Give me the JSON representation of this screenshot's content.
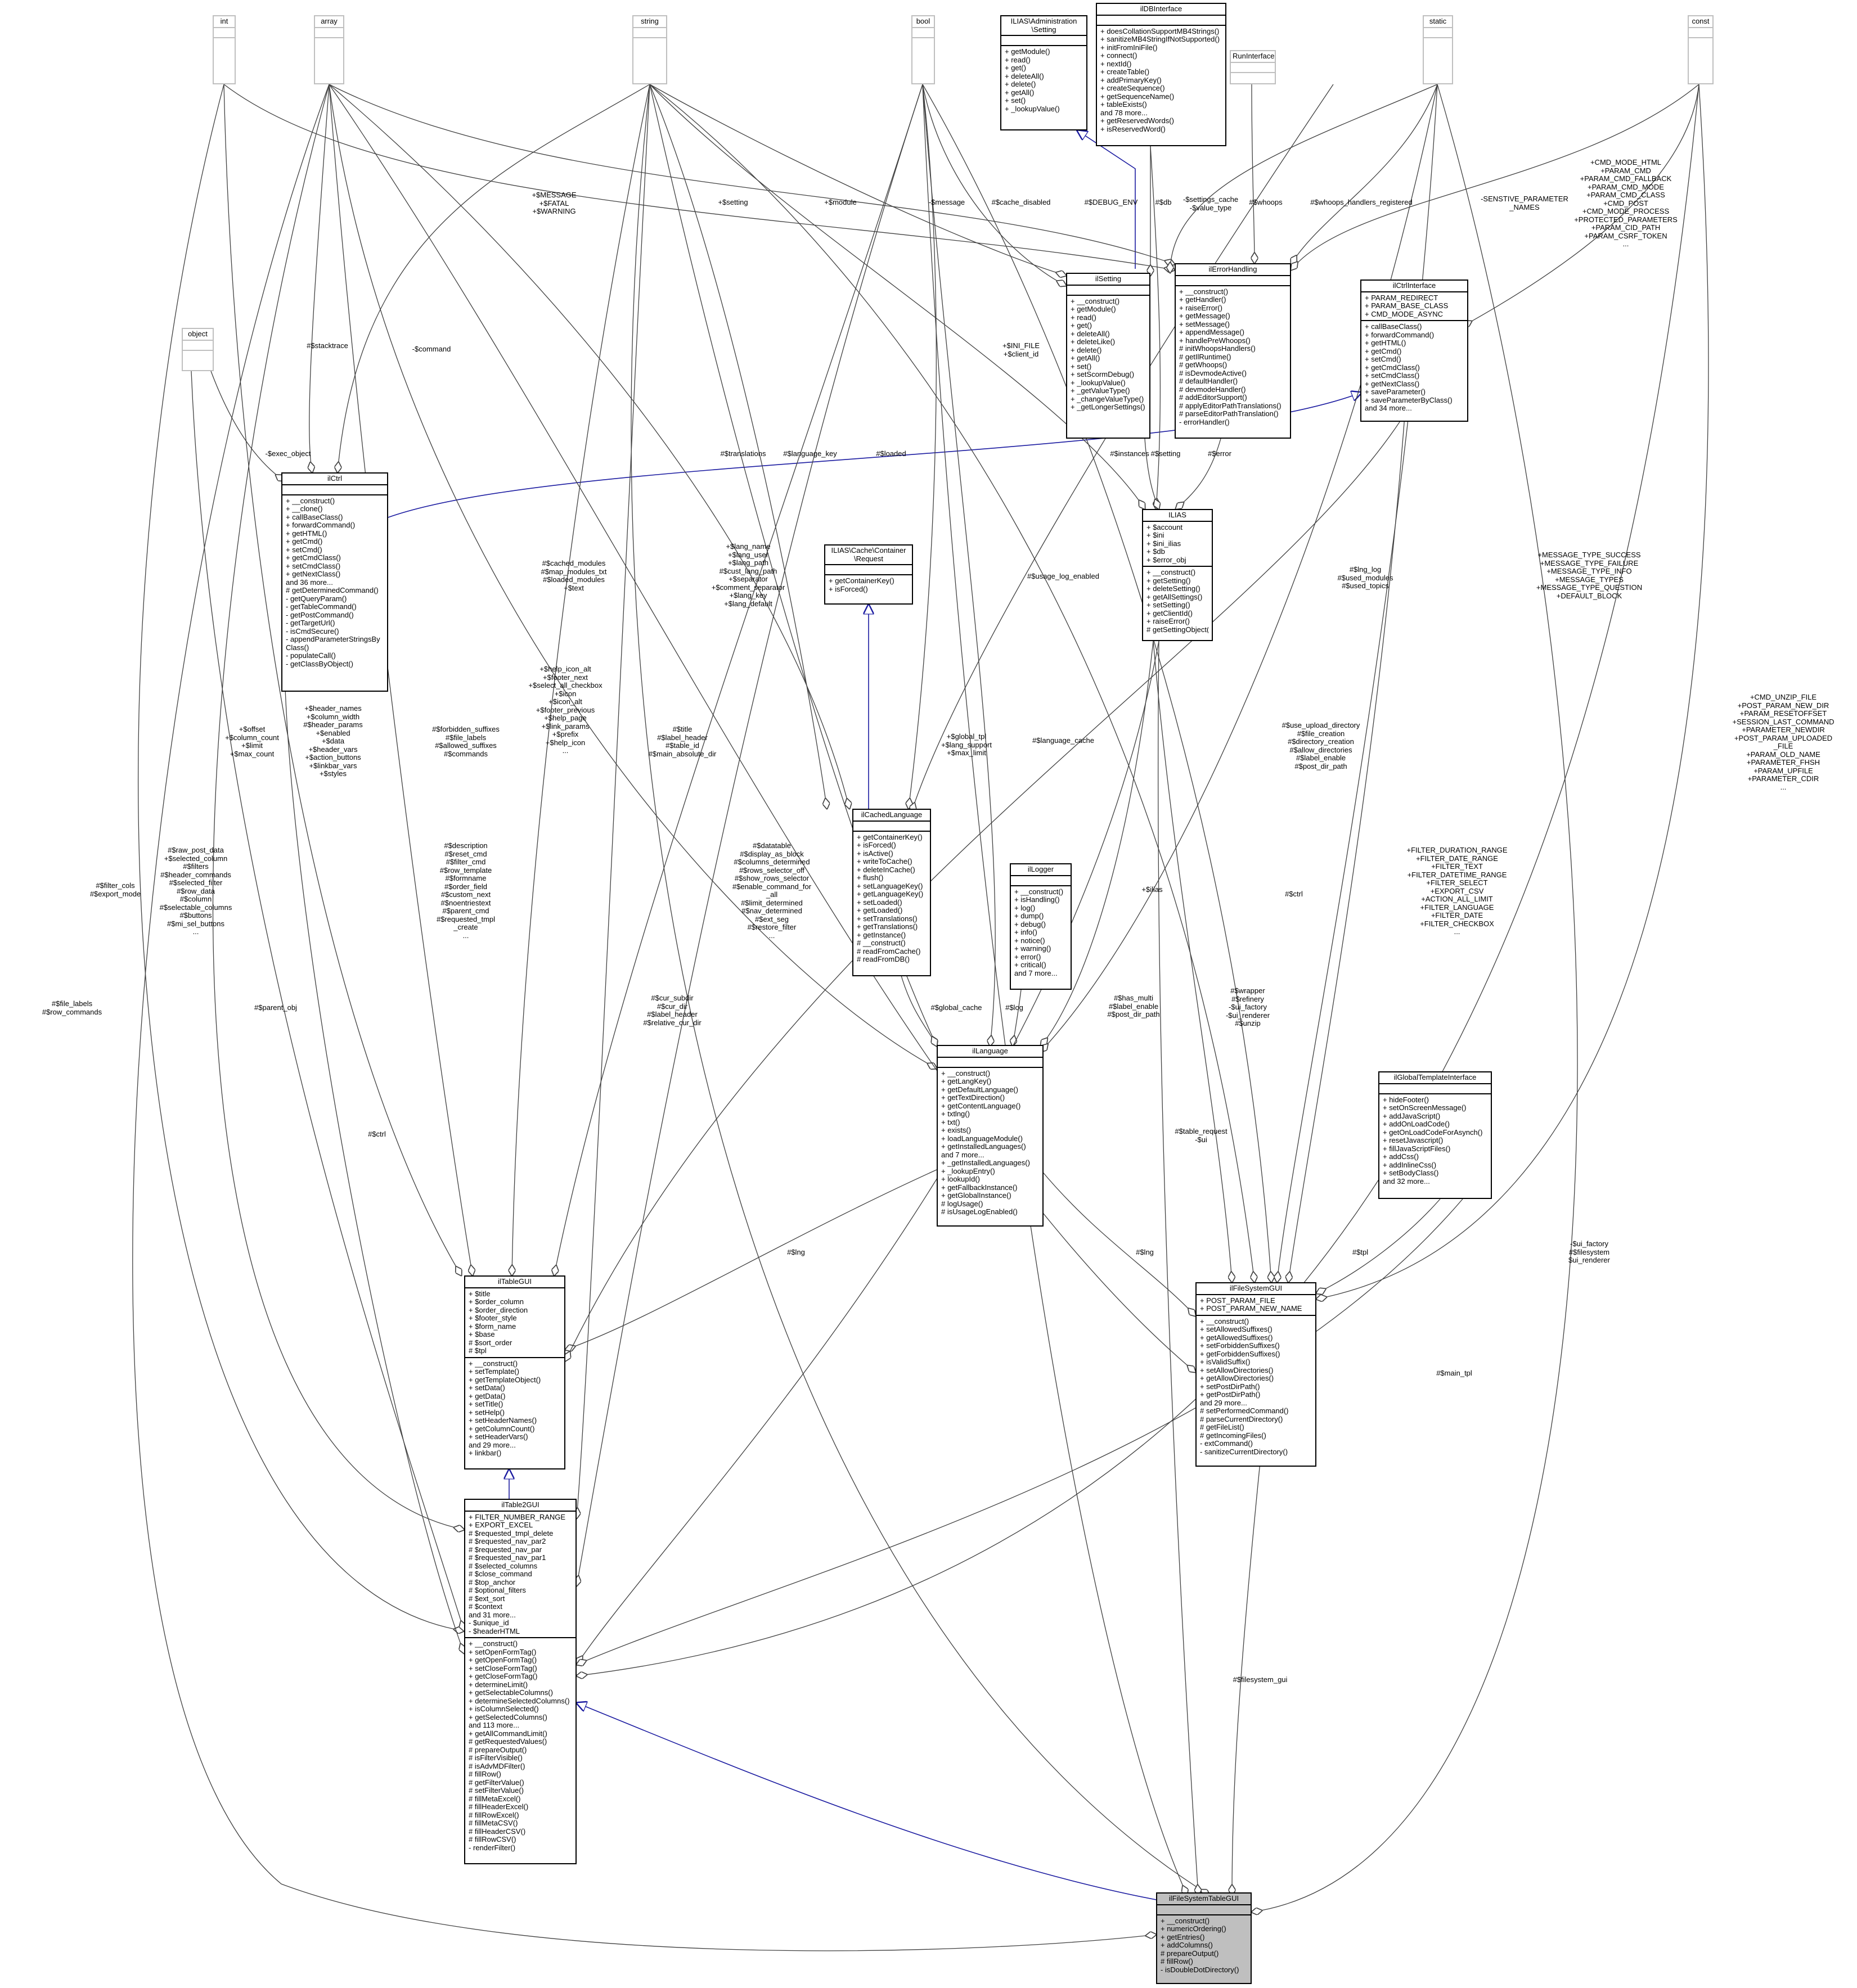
{
  "nodes": {
    "int": {
      "title": "int",
      "attrs": [],
      "methods": []
    },
    "array": {
      "title": "array",
      "attrs": [],
      "methods": []
    },
    "string": {
      "title": "string",
      "attrs": [],
      "methods": []
    },
    "bool": {
      "title": "bool",
      "attrs": [],
      "methods": []
    },
    "admin_setting": {
      "title": "ILIAS\\Administration\n\\Setting",
      "attrs": [],
      "methods": [
        "+ getModule()",
        "+ read()",
        "+ get()",
        "+ deleteAll()",
        "+ delete()",
        "+ getAll()",
        "+ set()",
        "+ _lookupValue()"
      ]
    },
    "ildbinterface": {
      "title": "ilDBInterface",
      "attrs": [],
      "methods": [
        "+ doesCollationSupportMB4Strings()",
        "+ sanitizeMB4StringIfNotSupported()",
        "+ initFromIniFile()",
        "+ connect()",
        "+ nextId()",
        "+ createTable()",
        "+ addPrimaryKey()",
        "+ createSequence()",
        "+ getSequenceName()",
        "+ tableExists()",
        "and 78 more...",
        "+ getReservedWords()",
        "+ isReservedWord()"
      ]
    },
    "runinterface": {
      "title": "RunInterface",
      "attrs": [],
      "methods": []
    },
    "static": {
      "title": "static",
      "attrs": [],
      "methods": []
    },
    "const": {
      "title": "const",
      "attrs": [],
      "methods": []
    },
    "object": {
      "title": "object",
      "attrs": [],
      "methods": []
    },
    "ilsetting": {
      "title": "ilSetting",
      "attrs": [],
      "methods": [
        "+ __construct()",
        "+ getModule()",
        "+ read()",
        "+ get()",
        "+ deleteAll()",
        "+ deleteLike()",
        "+ delete()",
        "+ getAll()",
        "+ set()",
        "+ setScormDebug()",
        "+ _lookupValue()",
        "+ _getValueType()",
        "+ _changeValueType()",
        "+ _getLongerSettings()"
      ]
    },
    "ilerrorhandling": {
      "title": "ilErrorHandling",
      "attrs": [],
      "methods": [
        "+ __construct()",
        "+ getHandler()",
        "+ raiseError()",
        "+ getMessage()",
        "+ setMessage()",
        "+ appendMessage()",
        "+ handlePreWhoops()",
        "# initWhoopsHandlers()",
        "# getIlRuntime()",
        "# getWhoops()",
        "# isDevmodeActive()",
        "# defaultHandler()",
        "# devmodeHandler()",
        "# addEditorSupport()",
        "# applyEditorPathTranslations()",
        "# parseEditorPathTranslation()",
        "- errorHandler()"
      ]
    },
    "ilctrlinterface": {
      "title": "ilCtrlInterface",
      "attrs": [
        "+ PARAM_REDIRECT",
        "+ PARAM_BASE_CLASS",
        "+ CMD_MODE_ASYNC"
      ],
      "methods": [
        "+ callBaseClass()",
        "+ forwardCommand()",
        "+ getHTML()",
        "+ getCmd()",
        "+ setCmd()",
        "+ getCmdClass()",
        "+ setCmdClass()",
        "+ getNextClass()",
        "+ saveParameter()",
        "+ saveParameterByClass()",
        "and 34 more..."
      ]
    },
    "ilctrl": {
      "title": "ilCtrl",
      "attrs": [],
      "methods": [
        "+ __construct()",
        "+ __clone()",
        "+ callBaseClass()",
        "+ forwardCommand()",
        "+ getHTML()",
        "+ getCmd()",
        "+ setCmd()",
        "+ getCmdClass()",
        "+ setCmdClass()",
        "+ getNextClass()",
        "and 36 more...",
        "# getDeterminedCommand()",
        "- getQueryParam()",
        "- getTableCommand()",
        "- getPostCommand()",
        "- getTargetUrl()",
        "- isCmdSecure()",
        "- appendParameterStringsBy",
        "Class()",
        "- populateCall()",
        "- getClassByObject()"
      ]
    },
    "cache_request": {
      "title": "ILIAS\\Cache\\Container\n\\Request",
      "attrs": [],
      "methods": [
        "+ getContainerKey()",
        "+ isForced()"
      ]
    },
    "ilias": {
      "title": "ILIAS",
      "attrs": [
        "+ $account",
        "+ $ini",
        "+ $ini_ilias",
        "+ $db",
        "+ $error_obj"
      ],
      "methods": [
        "+ __construct()",
        "+ getSetting()",
        "+ deleteSetting()",
        "+ getAllSettings()",
        "+ setSetting()",
        "+ getClientId()",
        "+ raiseError()",
        "# getSettingObject()"
      ]
    },
    "ilcachedlanguage": {
      "title": "ilCachedLanguage",
      "attrs": [],
      "methods": [
        "+ getContainerKey()",
        "+ isForced()",
        "+ isActive()",
        "+ writeToCache()",
        "+ deleteInCache()",
        "+ flush()",
        "+ setLanguageKey()",
        "+ getLanguageKey()",
        "+ setLoaded()",
        "+ getLoaded()",
        "+ setTranslations()",
        "+ getTranslations()",
        "+ getInstance()",
        "# __construct()",
        "# readFromCache()",
        "# readFromDB()"
      ]
    },
    "illogger": {
      "title": "ilLogger",
      "attrs": [],
      "methods": [
        "+ __construct()",
        "+ isHandling()",
        "+ log()",
        "+ dump()",
        "+ debug()",
        "+ info()",
        "+ notice()",
        "+ warning()",
        "+ error()",
        "+ critical()",
        "and 7 more..."
      ]
    },
    "illanguage": {
      "title": "ilLanguage",
      "attrs": [],
      "methods": [
        "+ __construct()",
        "+ getLangKey()",
        "+ getDefaultLanguage()",
        "+ getTextDirection()",
        "+ getContentLanguage()",
        "+ txtlng()",
        "+ txt()",
        "+ exists()",
        "+ loadLanguageModule()",
        "+ getInstalledLanguages()",
        "and 7 more...",
        "+ _getInstalledLanguages()",
        "+ _lookupEntry()",
        "+ lookupId()",
        "+ getFallbackInstance()",
        "+ getGlobalInstance()",
        "# logUsage()",
        "# isUsageLogEnabled()"
      ]
    },
    "ilglobaltemplateinterface": {
      "title": "ilGlobalTemplateInterface",
      "attrs": [],
      "methods": [
        "+ hideFooter()",
        "+ setOnScreenMessage()",
        "+ addJavaScript()",
        "+ addOnLoadCode()",
        "+ getOnLoadCodeForAsynch()",
        "+ resetJavascript()",
        "+ fillJavaScriptFiles()",
        "+ addCss()",
        "+ addInlineCss()",
        "+ setBodyClass()",
        "and 32 more..."
      ]
    },
    "iltablegui": {
      "title": "ilTableGUI",
      "attrs": [
        "+ $title",
        "+ $order_column",
        "+ $order_direction",
        "+ $footer_style",
        "+ $form_name",
        "+ $base",
        "# $sort_order",
        "# $tpl"
      ],
      "methods": [
        "+ __construct()",
        "+ setTemplate()",
        "+ getTemplateObject()",
        "+ setData()",
        "+ getData()",
        "+ setTitle()",
        "+ setHelp()",
        "+ setHeaderNames()",
        "+ getColumnCount()",
        "+ setHeaderVars()",
        "and 29 more...",
        "+ linkbar()"
      ]
    },
    "ilfilesystemgui": {
      "title": "ilFileSystemGUI",
      "attrs": [
        "+ POST_PARAM_FILE",
        "+ POST_PARAM_NEW_NAME"
      ],
      "methods": [
        "+ __construct()",
        "+ setAllowedSuffixes()",
        "+ getAllowedSuffixes()",
        "+ setForbiddenSuffixes()",
        "+ getForbiddenSuffixes()",
        "+ isValidSuffix()",
        "+ setAllowDirectories()",
        "+ getAllowDirectories()",
        "+ setPostDirPath()",
        "+ getPostDirPath()",
        "and 29 more...",
        "# setPerformedCommand()",
        "# parseCurrentDirectory()",
        "# getFileList()",
        "# getIncomingFiles()",
        "- extCommand()",
        "- sanitizeCurrentDirectory()"
      ]
    },
    "iltable2gui": {
      "title": "ilTable2GUI",
      "attrs": [
        "+ FILTER_NUMBER_RANGE",
        "+ EXPORT_EXCEL",
        "# $requested_tmpl_delete",
        "# $requested_nav_par2",
        "# $requested_nav_par",
        "# $requested_nav_par1",
        "# $selected_columns",
        "# $close_command",
        "# $top_anchor",
        "# $optional_filters",
        "# $ext_sort",
        "# $context",
        "and 31 more...",
        "- $unique_id",
        "- $headerHTML"
      ],
      "methods": [
        "+ __construct()",
        "+ setOpenFormTag()",
        "+ getOpenFormTag()",
        "+ setCloseFormTag()",
        "+ getCloseFormTag()",
        "+ determineLimit()",
        "+ getSelectableColumns()",
        "+ determineSelectedColumns()",
        "+ isColumnSelected()",
        "+ getSelectedColumns()",
        "and 113 more...",
        "+ getAllCommandLimit()",
        "# getRequestedValues()",
        "# prepareOutput()",
        "# isFilterVisible()",
        "# isAdvMDFilter()",
        "# fillRow()",
        "# getFilterValue()",
        "# setFilterValue()",
        "# fillMetaExcel()",
        "# fillHeaderExcel()",
        "# fillRowExcel()",
        "# fillMetaCSV()",
        "# fillHeaderCSV()",
        "# fillRowCSV()",
        "- renderFilter()"
      ]
    },
    "ilfilesystemtablegui": {
      "title": "ilFileSystemTableGUI",
      "attrs": [],
      "methods": [
        "+ __construct()",
        "+ numericOrdering()",
        "+ getEntries()",
        "+ addColumns()",
        "# prepareOutput()",
        "# fillRow()",
        "- isDoubleDotDirectory()"
      ]
    }
  },
  "edge_labels": {
    "e01": "+$MESSAGE\n+$FATAL\n+$WARNING",
    "e02": "+$setting",
    "e03": "+$module",
    "e04": "-$message",
    "e05": "#$cache_disabled",
    "e06": "#$DEBUG_ENV",
    "e07": "#$db",
    "e08": "-$settings_cache\n-$value_type",
    "e09": "#$whoops",
    "e10": "#$whoops_handlers_registered",
    "e11": "-SENSTIVE_PARAMETER\n_NAMES",
    "e12": "+CMD_MODE_HTML\n+PARAM_CMD\n+PARAM_CMD_FALLBACK\n+PARAM_CMD_MODE\n+PARAM_CMD_CLASS\n+CMD_POST\n+CMD_MODE_PROCESS\n+PROTECTED_PARAMETERS\n+PARAM_CID_PATH\n+PARAM_CSRF_TOKEN\n...",
    "e13": "#$stacktrace",
    "e14": "-$command",
    "e15": "-$exec_object",
    "e16": "+$INI_FILE\n+$client_id",
    "e17": "#$translations",
    "e18": "#$language_key",
    "e19": "#$loaded",
    "e20": "#$instances",
    "e21": "#$setting",
    "e22": "#$error",
    "e23": "+$lang_name\n+$lang_user\n+$lang_path\n#$cust_lang_path\n+$separator\n+$comment_separator\n+$lang_key\n+$lang_default",
    "e24": "#$usage_log_enabled",
    "e25": "#$lng_log\n#$used_modules\n#$used_topics",
    "e26": "+MESSAGE_TYPE_SUCCESS\n+MESSAGE_TYPE_FAILURE\n+MESSAGE_TYPE_INFO\n+MESSAGE_TYPES\n+MESSAGE_TYPE_QUESTION\n+DEFAULT_BLOCK",
    "e27": "#$cached_modules\n#$map_modules_txt\n#$loaded_modules\n+$text",
    "e28": "+$help_icon_alt\n+$footer_next\n+$select_all_checkbox\n+$icon\n+$icon_alt\n+$footer_previous\n+$help_page\n+$link_params\n+$prefix\n+$help_icon\n...",
    "e29": "+$header_names\n+$column_width\n#$header_params\n+$enabled\n+$data\n+$header_vars\n+$action_buttons\n+$linkbar_vars\n+$styles",
    "e30": "+$offset\n+$column_count\n+$limit\n+$max_count",
    "e31": "#$forbidden_suffixes\n#$file_labels\n#$allowed_suffixes\n#$commands",
    "e32": "#$title\n#$label_header\n#$table_id\n#$main_absolute_dir",
    "e33": "+$global_tpl\n+$lang_support\n+$max_limit",
    "e34": "#$language_cache",
    "e35": "#$use_upload_directory\n#$file_creation\n#$directory_creation\n#$allow_directories\n#$label_enable\n#$post_dir_path",
    "e36": "+CMD_UNZIP_FILE\n+POST_PARAM_NEW_DIR\n+PARAM_RESETOFFSET\n+SESSION_LAST_COMMAND\n+PARAMETER_NEWDIR\n+POST_PARAM_UPLOADED\n_FILE\n+PARAM_OLD_NAME\n+PARAMETER_FHSH\n+PARAM_UPFILE\n+PARAMETER_CDIR\n...",
    "e37": "#$raw_post_data\n+$selected_column\n#$filters\n#$header_commands\n#$selected_filter\n#$row_data\n#$column\n#$selectable_columns\n#$buttons\n#$mi_sel_buttons\n...",
    "e38": "#$description\n#$reset_cmd\n#$filter_cmd\n#$row_template\n#$formname\n#$order_field\n#$custom_next\n#$noentriestext\n#$parent_cmd\n#$requested_tmpl\n_create\n...",
    "e39": "#$datatable\n#$display_as_block\n#$columns_determined\n#$rows_selector_off\n#$show_rows_selector\n#$enable_command_for\n_all\n#$limit_determined\n#$nav_determined\n#$ext_seg\n#$restore_filter\n...",
    "e40": "+FILTER_DURATION_RANGE\n+FILTER_DATE_RANGE\n+FILTER_TEXT\n+FILTER_DATETIME_RANGE\n+FILTER_SELECT\n+EXPORT_CSV\n+ACTION_ALL_LIMIT\n+FILTER_LANGUAGE\n+FILTER_DATE\n+FILTER_CHECKBOX\n...",
    "e41": "#$filter_cols\n#$export_mode",
    "e42": "#$file_labels\n#$row_commands",
    "e43": "#$parent_obj",
    "e44": "#$ctrl",
    "e45": "#$ctrl",
    "e46": "#$global_cache",
    "e47": "#$log",
    "e48": "+$ilias",
    "e49": "#$has_multi\n#$label_enable\n#$post_dir_path",
    "e50": "#$wrapper\n#$refinery\n-$ui_factory\n-$ui_renderer\n#$unzip",
    "e51": "#$cur_subdir\n#$cur_dir\n#$label_header\n#$relative_cur_dir",
    "e52": "#$table_request\n-$ui",
    "e53": "#$lng",
    "e54": "#$lng",
    "e55": "#$tpl",
    "e56": "-$ui_factory\n#$filesystem\n$ui_renderer",
    "e57": "#$main_tpl",
    "e58": "#$filesystem_gui"
  }
}
